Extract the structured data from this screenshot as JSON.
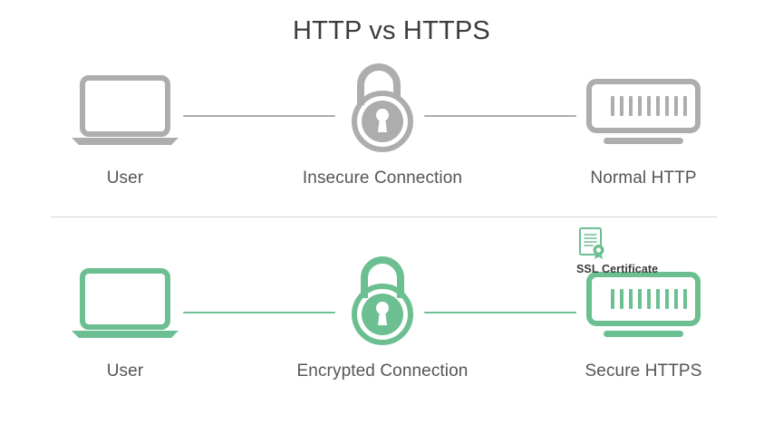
{
  "page": {
    "title": "HTTP vs HTTPS",
    "background": "#ffffff",
    "title_color": "#3c3c3c",
    "divider_color": "#d5d5d5"
  },
  "colors": {
    "insecure_gray": "#adadad",
    "secure_green": "#6cbf91",
    "label_text": "#555555",
    "badge_text": "#3c3c3c"
  },
  "rows": [
    {
      "id": "http",
      "accent": "#adadad",
      "nodes": [
        {
          "id": "user",
          "label": "User",
          "icon": "laptop-icon"
        },
        {
          "id": "connection",
          "label": "Insecure Connection",
          "icon": "unlocked-padlock-icon"
        },
        {
          "id": "server",
          "label": "Normal HTTP",
          "icon": "server-icon"
        }
      ],
      "connector_icons": [
        "connector-line-icon",
        "connector-line-icon"
      ]
    },
    {
      "id": "https",
      "accent": "#6cbf91",
      "nodes": [
        {
          "id": "user",
          "label": "User",
          "icon": "laptop-icon"
        },
        {
          "id": "connection",
          "label": "Encrypted Connection",
          "icon": "locked-padlock-icon"
        },
        {
          "id": "server",
          "label": "Secure HTTPS",
          "icon": "server-icon"
        }
      ],
      "connector_icons": [
        "connector-line-icon",
        "connector-line-icon"
      ]
    }
  ],
  "ssl_badge": {
    "label": "SSL Certificate",
    "icon": "certificate-icon"
  },
  "server_icon": {
    "bar_count": 9
  }
}
